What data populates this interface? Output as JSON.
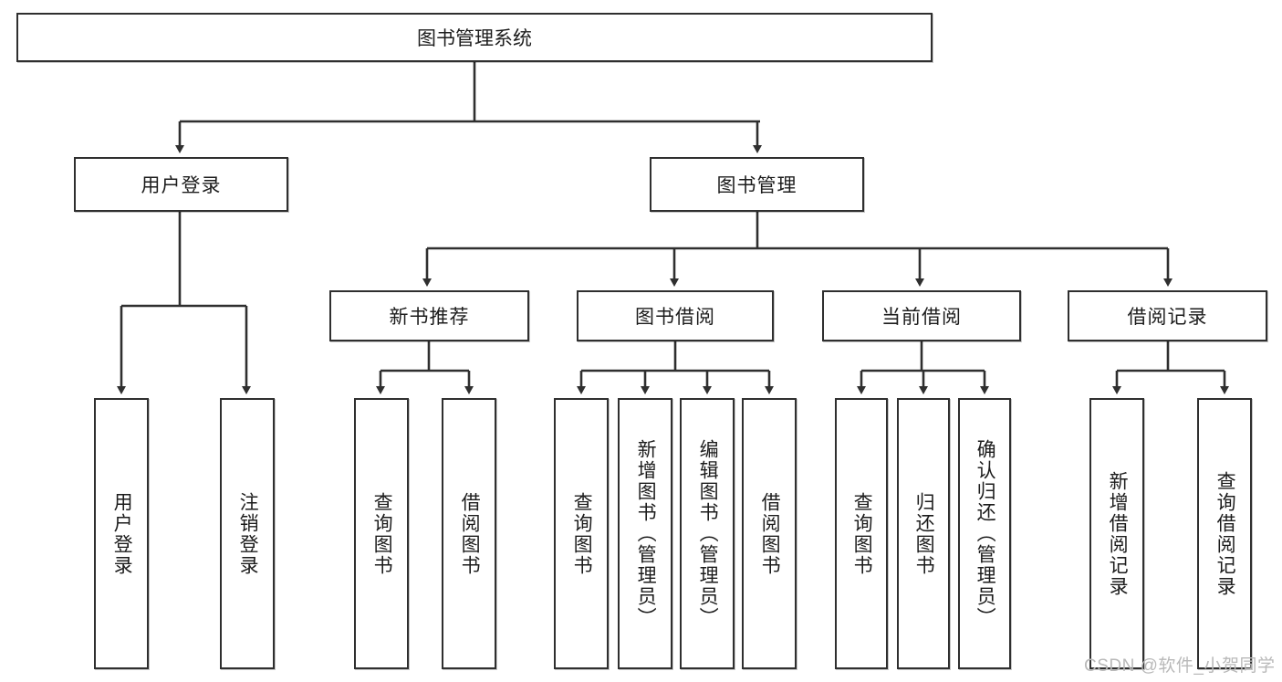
{
  "diagram": {
    "title": "图书管理系统",
    "type": "hierarchy-tree",
    "nodes": {
      "root": {
        "label": "图书管理系统"
      },
      "level2": [
        {
          "id": "user-login",
          "label": "用户登录"
        },
        {
          "id": "book-management",
          "label": "图书管理"
        }
      ],
      "level3": [
        {
          "id": "new-book-recommend",
          "label": "新书推荐"
        },
        {
          "id": "book-borrow",
          "label": "图书借阅"
        },
        {
          "id": "current-borrow",
          "label": "当前借阅"
        },
        {
          "id": "borrow-record",
          "label": "借阅记录"
        }
      ],
      "leaves": [
        {
          "id": "leaf-user-login",
          "label": "用户登录",
          "parent": "user-login"
        },
        {
          "id": "leaf-logout",
          "label": "注销登录",
          "parent": "user-login"
        },
        {
          "id": "leaf-query-book-1",
          "label": "查询图书",
          "parent": "new-book-recommend"
        },
        {
          "id": "leaf-borrow-book-1",
          "label": "借阅图书",
          "parent": "new-book-recommend"
        },
        {
          "id": "leaf-query-book-2",
          "label": "查询图书",
          "parent": "book-borrow"
        },
        {
          "id": "leaf-add-book",
          "label": "新增图书（管理员）",
          "parent": "book-borrow"
        },
        {
          "id": "leaf-edit-book",
          "label": "编辑图书（管理员）",
          "parent": "book-borrow"
        },
        {
          "id": "leaf-borrow-book-2",
          "label": "借阅图书",
          "parent": "book-borrow"
        },
        {
          "id": "leaf-query-book-3",
          "label": "查询图书",
          "parent": "current-borrow"
        },
        {
          "id": "leaf-return-book",
          "label": "归还图书",
          "parent": "current-borrow"
        },
        {
          "id": "leaf-confirm-return",
          "label": "确认归还（管理员）",
          "parent": "current-borrow"
        },
        {
          "id": "leaf-add-record",
          "label": "新增借阅记录",
          "parent": "borrow-record"
        },
        {
          "id": "leaf-query-record",
          "label": "查询借阅记录",
          "parent": "borrow-record"
        }
      ]
    },
    "colors": {
      "stroke": "#2f2f2f",
      "fill": "#ffffff",
      "text": "#1c1c1c",
      "watermark": "#b9b9b9"
    }
  },
  "watermark": {
    "text": "CSDN @软件_小贺同学"
  }
}
